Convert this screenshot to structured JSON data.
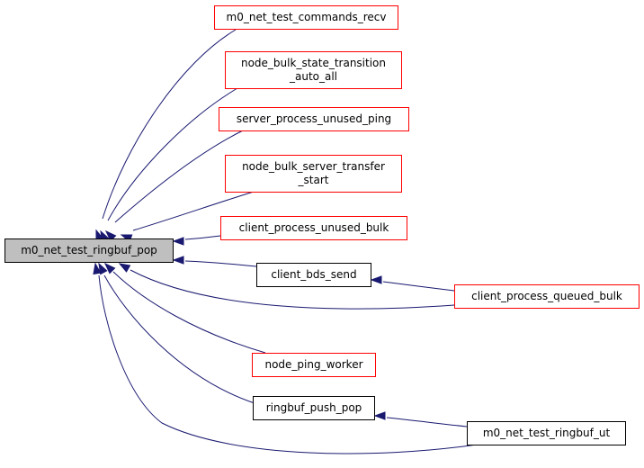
{
  "graph_title": "Call graph of m0_net_test_ringbuf_pop",
  "colors": {
    "edge": "#191970",
    "focus_fill": "#bfbfbf",
    "focus_border": "#000000",
    "normal_border": "#000000",
    "truncated_border": "#ff0000",
    "node_fill": "#ffffff"
  },
  "nodes": [
    {
      "id": "ringbuf_pop",
      "lines": [
        "m0_net_test_ringbuf_pop"
      ],
      "kind": "focus"
    },
    {
      "id": "commands_recv",
      "lines": [
        "m0_net_test_commands_recv"
      ],
      "kind": "truncated"
    },
    {
      "id": "node_bulk_state_transition_auto_all",
      "lines": [
        "node_bulk_state_transition",
        "_auto_all"
      ],
      "kind": "truncated"
    },
    {
      "id": "server_process_unused_ping",
      "lines": [
        "server_process_unused_ping"
      ],
      "kind": "truncated"
    },
    {
      "id": "node_bulk_server_transfer_start",
      "lines": [
        "node_bulk_server_transfer",
        "_start"
      ],
      "kind": "truncated"
    },
    {
      "id": "client_process_unused_bulk",
      "lines": [
        "client_process_unused_bulk"
      ],
      "kind": "truncated"
    },
    {
      "id": "client_bds_send",
      "lines": [
        "client_bds_send"
      ],
      "kind": "normal"
    },
    {
      "id": "client_process_queued_bulk",
      "lines": [
        "client_process_queued_bulk"
      ],
      "kind": "truncated"
    },
    {
      "id": "node_ping_worker",
      "lines": [
        "node_ping_worker"
      ],
      "kind": "truncated"
    },
    {
      "id": "ringbuf_push_pop",
      "lines": [
        "ringbuf_push_pop"
      ],
      "kind": "normal"
    },
    {
      "id": "ringbuf_ut",
      "lines": [
        "m0_net_test_ringbuf_ut"
      ],
      "kind": "normal"
    }
  ],
  "edges": [
    {
      "from": "commands_recv",
      "to": "ringbuf_pop"
    },
    {
      "from": "node_bulk_state_transition_auto_all",
      "to": "ringbuf_pop"
    },
    {
      "from": "server_process_unused_ping",
      "to": "ringbuf_pop"
    },
    {
      "from": "node_bulk_server_transfer_start",
      "to": "ringbuf_pop"
    },
    {
      "from": "client_process_unused_bulk",
      "to": "ringbuf_pop"
    },
    {
      "from": "client_bds_send",
      "to": "ringbuf_pop"
    },
    {
      "from": "client_process_queued_bulk",
      "to": "ringbuf_pop"
    },
    {
      "from": "client_process_queued_bulk",
      "to": "client_bds_send"
    },
    {
      "from": "node_ping_worker",
      "to": "ringbuf_pop"
    },
    {
      "from": "ringbuf_push_pop",
      "to": "ringbuf_pop"
    },
    {
      "from": "ringbuf_ut",
      "to": "ringbuf_pop"
    },
    {
      "from": "ringbuf_ut",
      "to": "ringbuf_push_pop"
    }
  ]
}
